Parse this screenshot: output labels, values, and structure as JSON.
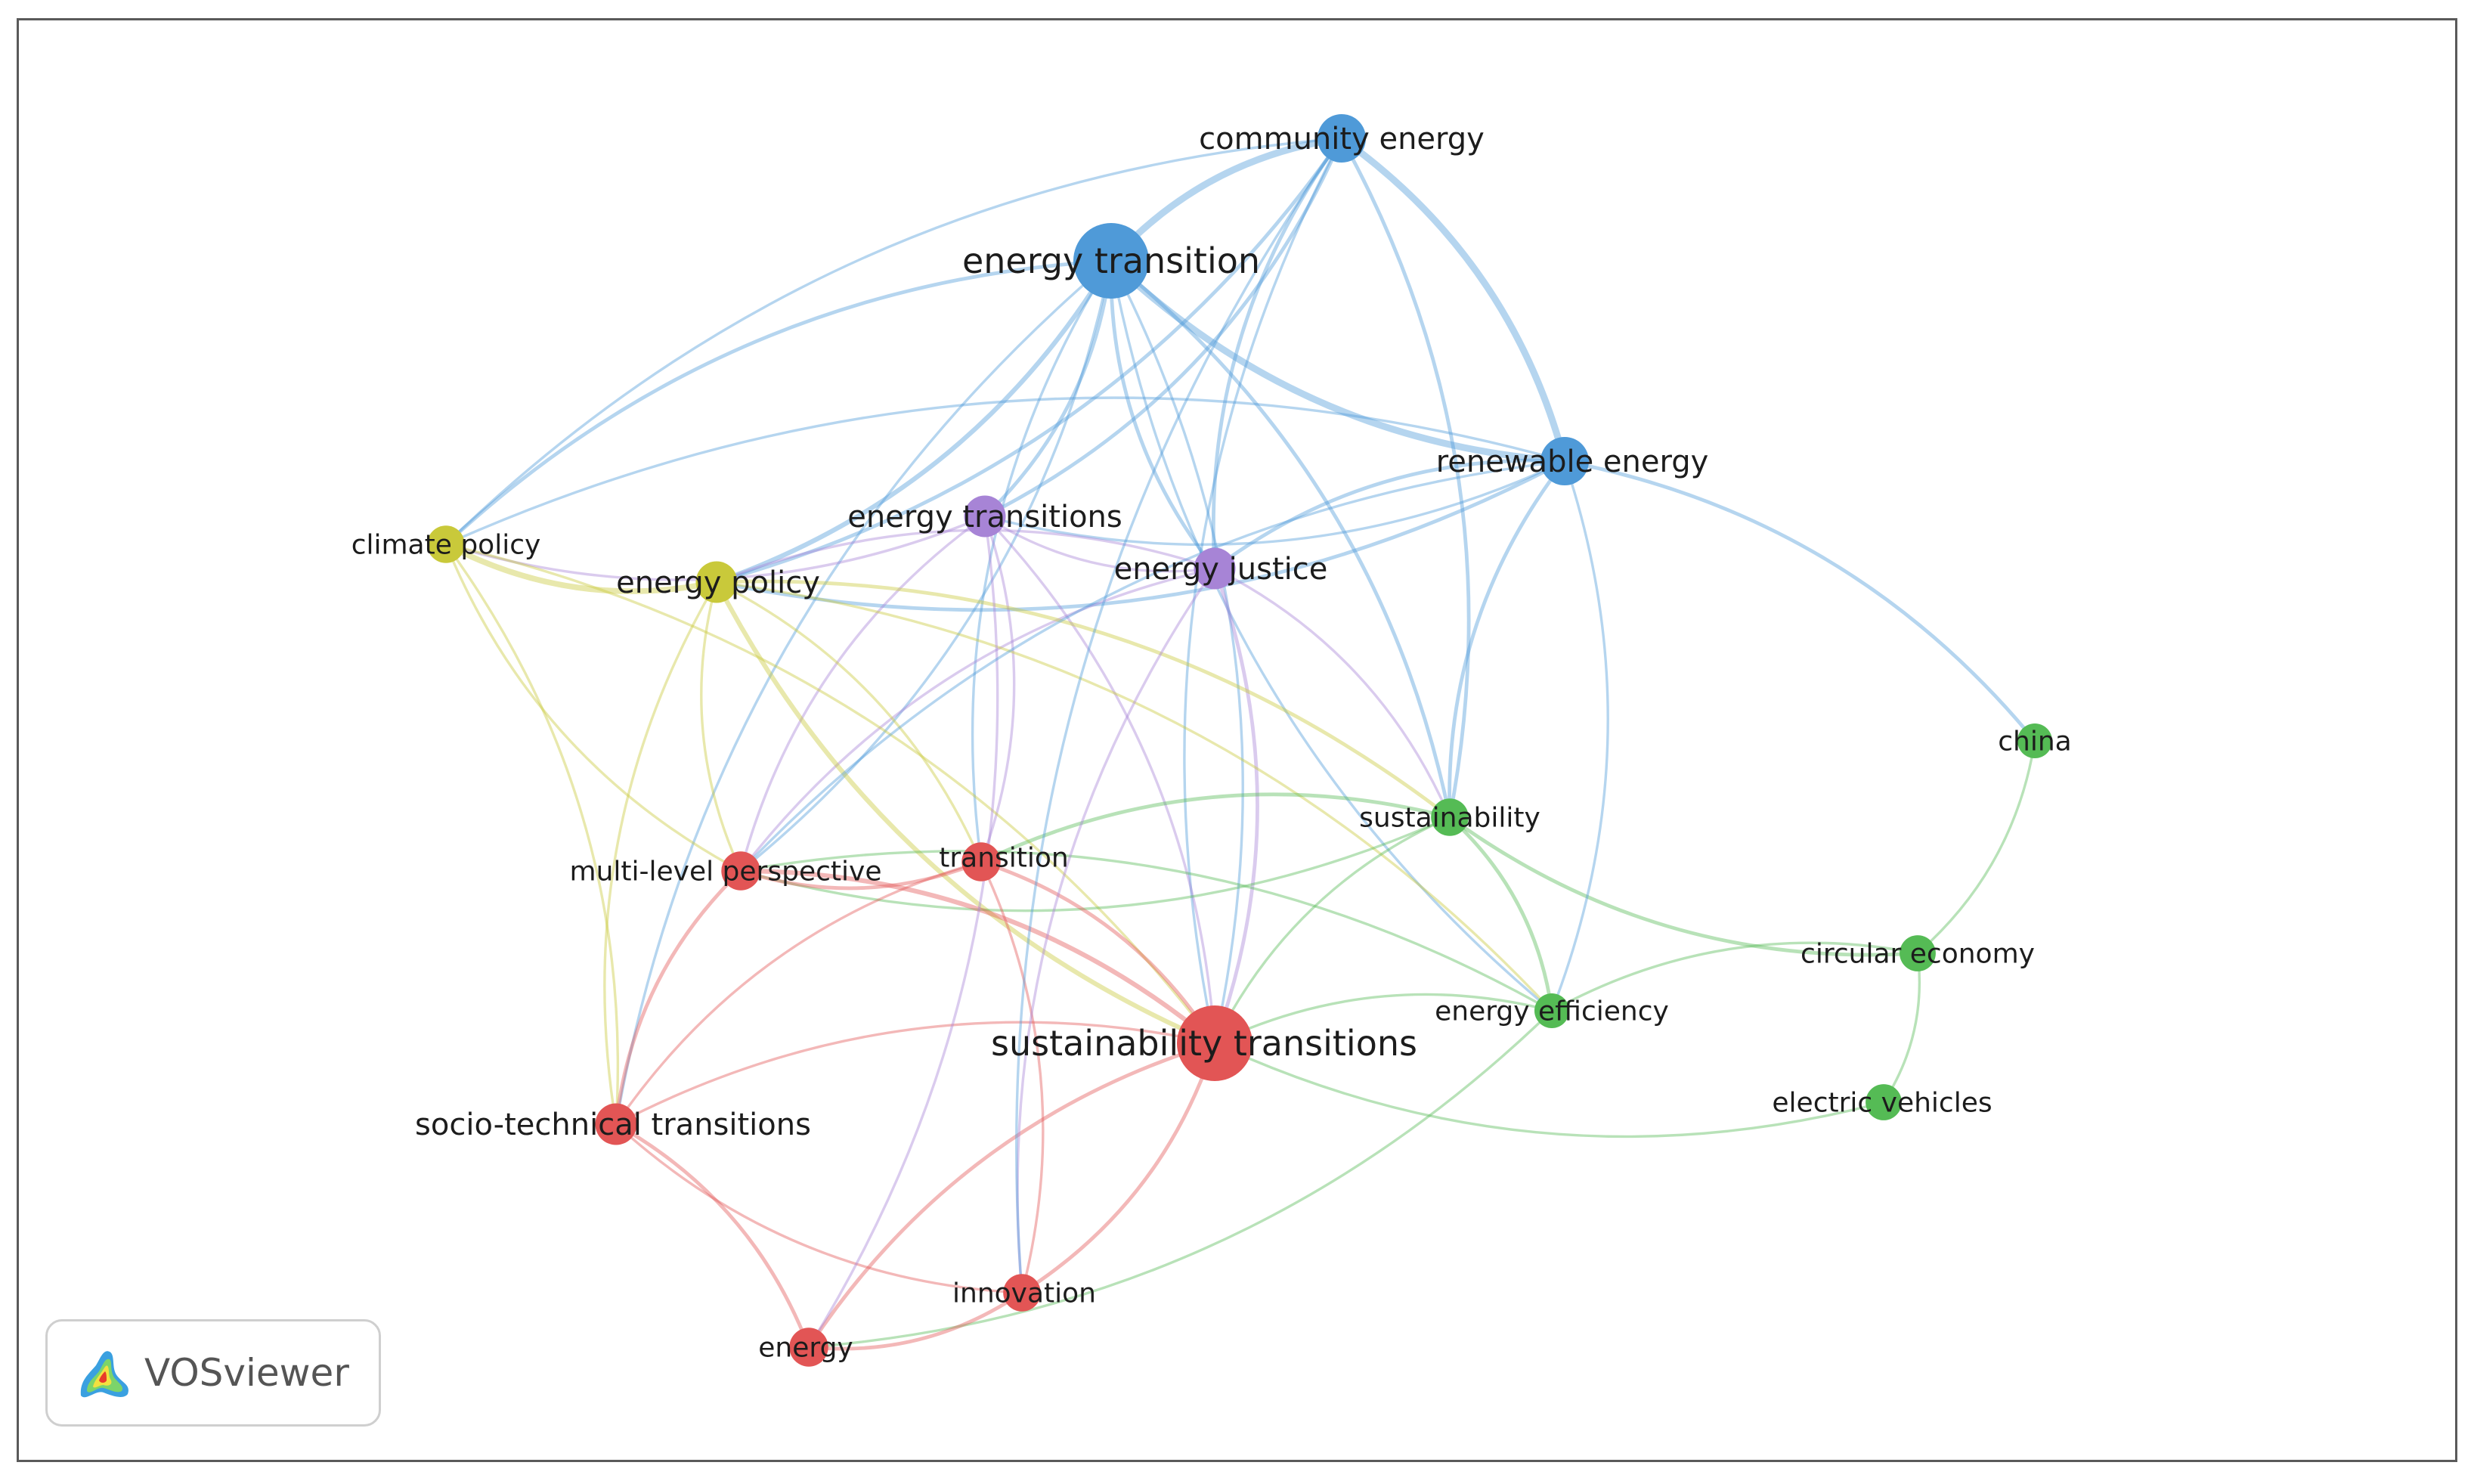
{
  "app": {
    "name": "VOSviewer"
  },
  "colors": {
    "blue": "#4f9ad8",
    "purple": "#a784d6",
    "yellow": "#c9c93a",
    "red": "#e25555",
    "green": "#55bb55"
  },
  "network": {
    "nodes": [
      {
        "id": "community-energy",
        "label": "community energy",
        "cluster": "blue",
        "weight": 2
      },
      {
        "id": "energy-transition",
        "label": "energy transition",
        "cluster": "blue",
        "weight": 4
      },
      {
        "id": "renewable-energy",
        "label": "renewable energy",
        "cluster": "blue",
        "weight": 2
      },
      {
        "id": "energy-transitions",
        "label": "energy transitions",
        "cluster": "purple",
        "weight": 1.5
      },
      {
        "id": "energy-justice",
        "label": "energy justice",
        "cluster": "purple",
        "weight": 1.5
      },
      {
        "id": "climate-policy",
        "label": "climate policy",
        "cluster": "yellow",
        "weight": 1.2
      },
      {
        "id": "energy-policy",
        "label": "energy policy",
        "cluster": "yellow",
        "weight": 1.5
      },
      {
        "id": "sustainability",
        "label": "sustainability",
        "cluster": "green",
        "weight": 1.2
      },
      {
        "id": "china",
        "label": "china",
        "cluster": "green",
        "weight": 1
      },
      {
        "id": "circular-economy",
        "label": "circular economy",
        "cluster": "green",
        "weight": 1.1
      },
      {
        "id": "energy-efficiency",
        "label": "energy efficiency",
        "cluster": "green",
        "weight": 1
      },
      {
        "id": "electric-vehicles",
        "label": "electric vehicles",
        "cluster": "green",
        "weight": 1.1
      },
      {
        "id": "multi-level-perspective",
        "label": "multi-level perspective",
        "cluster": "red",
        "weight": 1.3
      },
      {
        "id": "transition",
        "label": "transition",
        "cluster": "red",
        "weight": 1.3
      },
      {
        "id": "sustainability-transitions",
        "label": "sustainability transitions",
        "cluster": "red",
        "weight": 4
      },
      {
        "id": "socio-technical-transitions",
        "label": "socio-technical transitions",
        "cluster": "red",
        "weight": 1.5
      },
      {
        "id": "innovation",
        "label": "innovation",
        "cluster": "red",
        "weight": 1.2
      },
      {
        "id": "energy",
        "label": "energy",
        "cluster": "red",
        "weight": 1.3
      }
    ],
    "links": [
      {
        "source": "community-energy",
        "target": "energy-transition",
        "strength": 5
      },
      {
        "source": "community-energy",
        "target": "renewable-energy",
        "strength": 5
      },
      {
        "source": "energy-transition",
        "target": "renewable-energy",
        "strength": 5
      },
      {
        "source": "community-energy",
        "target": "energy-transitions",
        "strength": 2
      },
      {
        "source": "community-energy",
        "target": "energy-justice",
        "strength": 2
      },
      {
        "source": "community-energy",
        "target": "energy-policy",
        "strength": 2
      },
      {
        "source": "community-energy",
        "target": "climate-policy",
        "strength": 1
      },
      {
        "source": "community-energy",
        "target": "sustainability",
        "strength": 2
      },
      {
        "source": "community-energy",
        "target": "sustainability-transitions",
        "strength": 1
      },
      {
        "source": "energy-transition",
        "target": "energy-transitions",
        "strength": 2
      },
      {
        "source": "energy-transition",
        "target": "energy-justice",
        "strength": 2
      },
      {
        "source": "energy-transition",
        "target": "energy-policy",
        "strength": 3
      },
      {
        "source": "energy-transition",
        "target": "climate-policy",
        "strength": 2
      },
      {
        "source": "energy-transition",
        "target": "sustainability",
        "strength": 2
      },
      {
        "source": "energy-transition",
        "target": "energy-efficiency",
        "strength": 1
      },
      {
        "source": "energy-transition",
        "target": "multi-level-perspective",
        "strength": 1
      },
      {
        "source": "energy-transition",
        "target": "transition",
        "strength": 1
      },
      {
        "source": "energy-transition",
        "target": "sustainability-transitions",
        "strength": 1
      },
      {
        "source": "energy-transition",
        "target": "socio-technical-transitions",
        "strength": 1
      },
      {
        "source": "renewable-energy",
        "target": "energy-transitions",
        "strength": 1
      },
      {
        "source": "renewable-energy",
        "target": "energy-justice",
        "strength": 2
      },
      {
        "source": "renewable-energy",
        "target": "energy-policy",
        "strength": 2
      },
      {
        "source": "renewable-energy",
        "target": "climate-policy",
        "strength": 1
      },
      {
        "source": "renewable-energy",
        "target": "china",
        "strength": 2
      },
      {
        "source": "renewable-energy",
        "target": "sustainability",
        "strength": 2
      },
      {
        "source": "energy-transitions",
        "target": "climate-policy",
        "strength": 1
      },
      {
        "source": "energy-transitions",
        "target": "energy-justice",
        "strength": 1
      },
      {
        "source": "energy-transitions",
        "target": "transition",
        "strength": 1
      },
      {
        "source": "energy-transitions",
        "target": "multi-level-perspective",
        "strength": 1
      },
      {
        "source": "energy-transitions",
        "target": "sustainability-transitions",
        "strength": 1
      },
      {
        "source": "energy-justice",
        "target": "energy-policy",
        "strength": 1
      },
      {
        "source": "energy-justice",
        "target": "sustainability-transitions",
        "strength": 2
      },
      {
        "source": "energy-justice",
        "target": "multi-level-perspective",
        "strength": 1
      },
      {
        "source": "energy-justice",
        "target": "sustainability",
        "strength": 1
      },
      {
        "source": "climate-policy",
        "target": "energy-policy",
        "strength": 4
      },
      {
        "source": "climate-policy",
        "target": "sustainability-transitions",
        "strength": 1
      },
      {
        "source": "climate-policy",
        "target": "multi-level-perspective",
        "strength": 1
      },
      {
        "source": "climate-policy",
        "target": "socio-technical-transitions",
        "strength": 1
      },
      {
        "source": "energy-policy",
        "target": "sustainability-transitions",
        "strength": 3
      },
      {
        "source": "energy-policy",
        "target": "sustainability",
        "strength": 2
      },
      {
        "source": "energy-policy",
        "target": "multi-level-perspective",
        "strength": 1
      },
      {
        "source": "energy-policy",
        "target": "transition",
        "strength": 1
      },
      {
        "source": "energy-policy",
        "target": "socio-technical-transitions",
        "strength": 1
      },
      {
        "source": "energy-policy",
        "target": "energy-efficiency",
        "strength": 1
      },
      {
        "source": "sustainability",
        "target": "transition",
        "strength": 2
      },
      {
        "source": "sustainability",
        "target": "multi-level-perspective",
        "strength": 1
      },
      {
        "source": "sustainability",
        "target": "circular-economy",
        "strength": 2
      },
      {
        "source": "sustainability",
        "target": "energy-efficiency",
        "strength": 2
      },
      {
        "source": "sustainability",
        "target": "sustainability-transitions",
        "strength": 1
      },
      {
        "source": "china",
        "target": "circular-economy",
        "strength": 1
      },
      {
        "source": "circular-economy",
        "target": "energy-efficiency",
        "strength": 1
      },
      {
        "source": "circular-economy",
        "target": "electric-vehicles",
        "strength": 1
      },
      {
        "source": "energy-efficiency",
        "target": "sustainability-transitions",
        "strength": 1
      },
      {
        "source": "energy-efficiency",
        "target": "energy",
        "strength": 1
      },
      {
        "source": "energy-efficiency",
        "target": "multi-level-perspective",
        "strength": 1
      },
      {
        "source": "electric-vehicles",
        "target": "sustainability-transitions",
        "strength": 1
      },
      {
        "source": "multi-level-perspective",
        "target": "transition",
        "strength": 2
      },
      {
        "source": "multi-level-perspective",
        "target": "sustainability-transitions",
        "strength": 3
      },
      {
        "source": "multi-level-perspective",
        "target": "socio-technical-transitions",
        "strength": 2
      },
      {
        "source": "transition",
        "target": "sustainability-transitions",
        "strength": 2
      },
      {
        "source": "transition",
        "target": "socio-technical-transitions",
        "strength": 1
      },
      {
        "source": "transition",
        "target": "innovation",
        "strength": 1
      },
      {
        "source": "sustainability-transitions",
        "target": "socio-technical-transitions",
        "strength": 1
      },
      {
        "source": "sustainability-transitions",
        "target": "innovation",
        "strength": 2
      },
      {
        "source": "sustainability-transitions",
        "target": "energy",
        "strength": 2
      },
      {
        "source": "socio-technical-transitions",
        "target": "energy",
        "strength": 2
      },
      {
        "source": "socio-technical-transitions",
        "target": "innovation",
        "strength": 1
      },
      {
        "source": "innovation",
        "target": "energy",
        "strength": 2
      },
      {
        "source": "energy-justice",
        "target": "innovation",
        "strength": 1
      },
      {
        "source": "energy-transitions",
        "target": "energy",
        "strength": 1
      },
      {
        "source": "renewable-energy",
        "target": "multi-level-perspective",
        "strength": 1
      },
      {
        "source": "renewable-energy",
        "target": "energy-efficiency",
        "strength": 1
      },
      {
        "source": "community-energy",
        "target": "innovation",
        "strength": 1
      }
    ]
  }
}
